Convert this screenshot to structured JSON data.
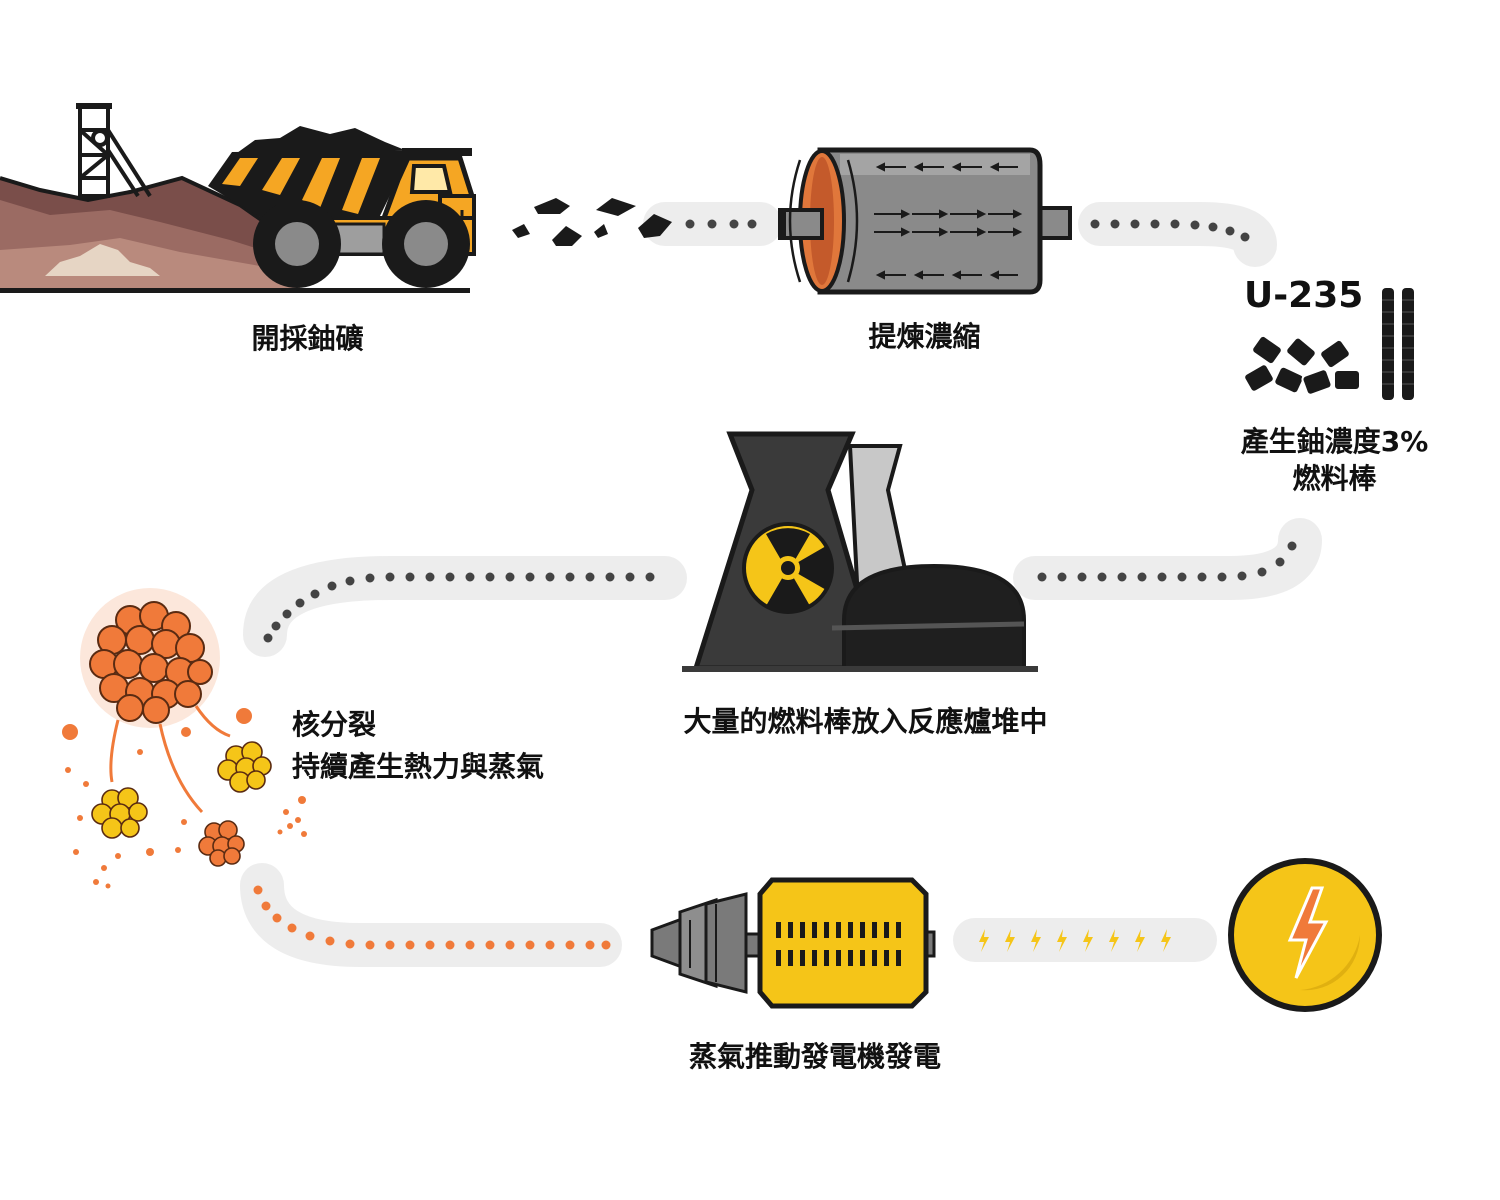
{
  "steps": {
    "mining": {
      "label": "開採鈾礦"
    },
    "refining": {
      "label": "提煉濃縮"
    },
    "fuel": {
      "isotope": "U-235",
      "label_line1": "產生鈾濃度3%",
      "label_line2": "燃料棒"
    },
    "reactor": {
      "label": "大量的燃料棒放入反應爐堆中"
    },
    "fission": {
      "label_line1": "核分裂",
      "label_line2": "持續產生熱力與蒸氣"
    },
    "generator": {
      "label": "蒸氣推動發電機發電"
    }
  },
  "colors": {
    "accent_yellow": "#f5c518",
    "truck_orange": "#f5a623",
    "fission_orange": "#f07a3a",
    "dark": "#1a1a1a",
    "path_gray": "#ededed"
  },
  "icons": [
    "mine-headframe-icon",
    "dump-truck-icon",
    "ore-chunks-icon",
    "centrifuge-icon",
    "fuel-pellets-icon",
    "fuel-rods-icon",
    "radiation-symbol-icon",
    "cooling-tower-icon",
    "reactor-dome-icon",
    "nucleus-icon",
    "turbine-icon",
    "generator-icon",
    "lightning-bolt-icon"
  ]
}
